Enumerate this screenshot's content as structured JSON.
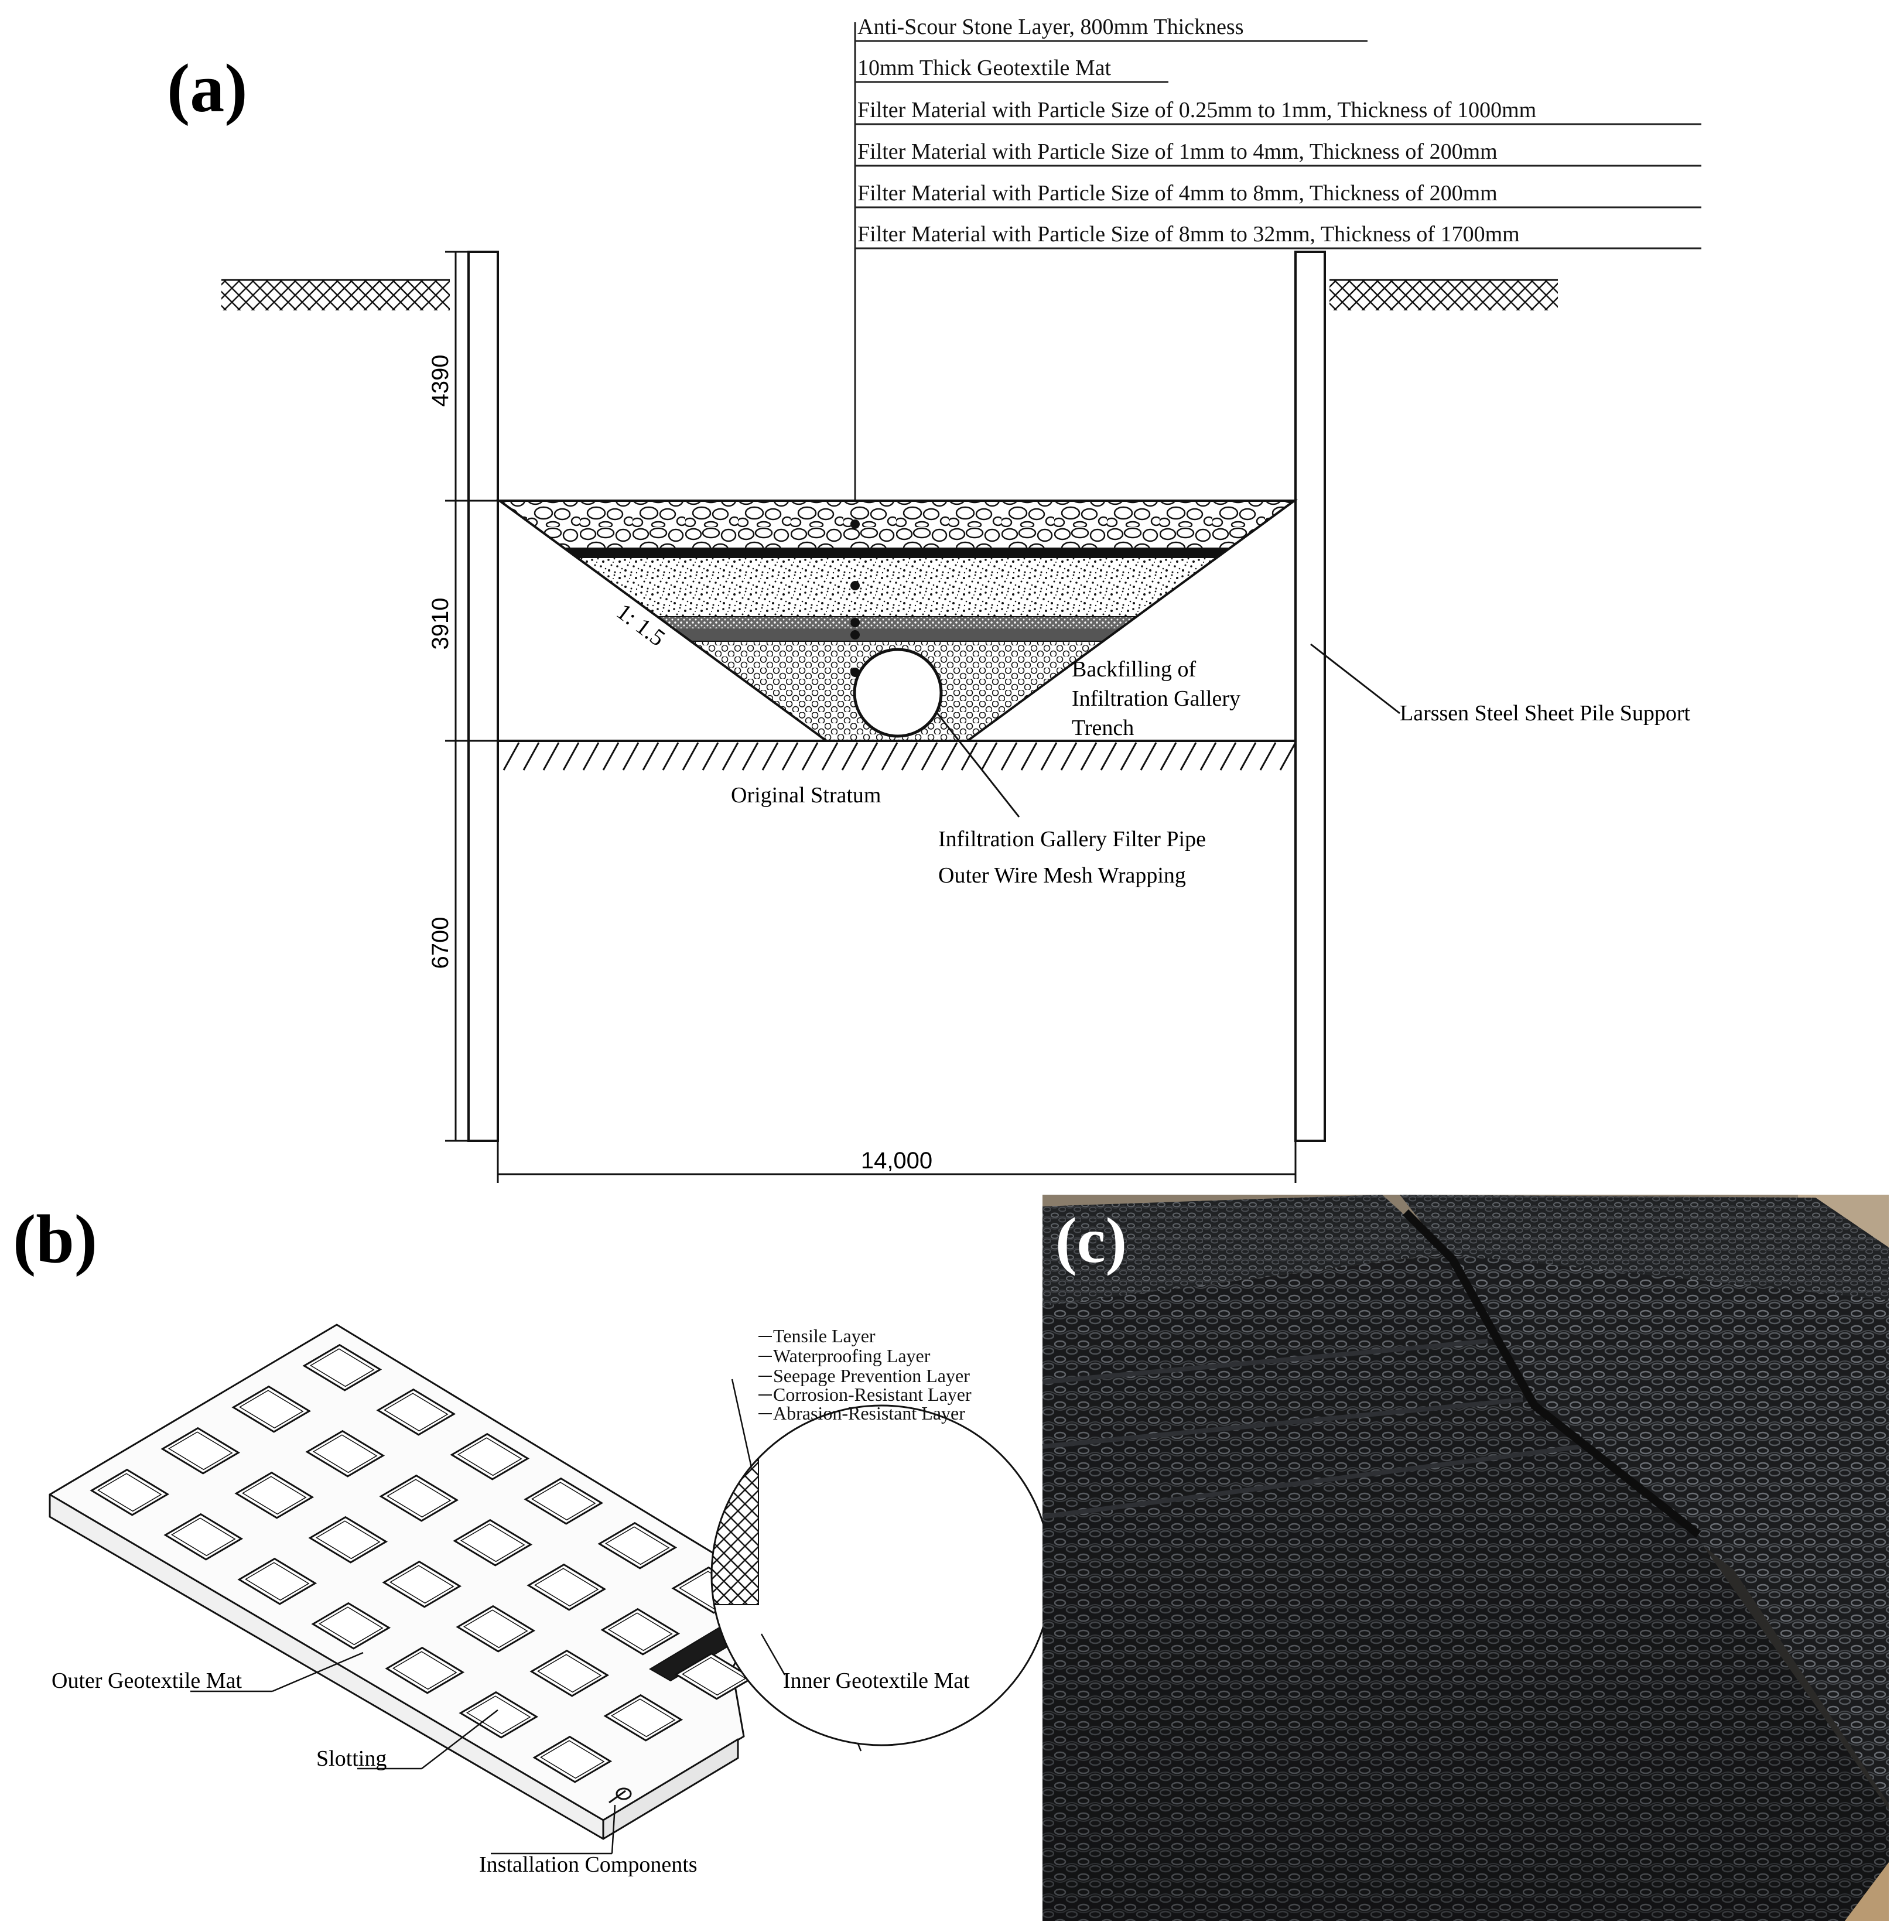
{
  "panels": {
    "a": {
      "label": "(a)",
      "layer_labels": [
        "Anti-Scour Stone Layer, 800mm Thickness",
        "10mm Thick Geotextile Mat",
        "Filter Material with Particle Size of 0.25mm to 1mm, Thickness of 1000mm",
        "Filter Material with Particle Size of 1mm to 4mm, Thickness of 200mm",
        "Filter Material with Particle Size of 4mm to 8mm, Thickness of 200mm",
        "Filter Material with Particle Size of 8mm to 32mm, Thickness of 1700mm"
      ],
      "dimensions": {
        "top": "4390",
        "middle": "3910",
        "bottom": "6700",
        "width": "14,000"
      },
      "slope": "1:  1.5",
      "labels": {
        "backfill": [
          "Backfilling of",
          "Infiltration Gallery",
          "Trench"
        ],
        "sheet_pile": "Larssen Steel Sheet Pile Support",
        "stratum": "Original Stratum",
        "filter_pipe": [
          "Infiltration Gallery Filter Pipe",
          "Outer Wire Mesh Wrapping"
        ]
      }
    },
    "b": {
      "label": "(b)",
      "layers": [
        "Tensile Layer",
        "Waterproofing Layer",
        "Seepage Prevention Layer",
        "Corrosion-Resistant Layer",
        "Abrasion-Resistant Layer"
      ],
      "labels": {
        "outer": "Outer Geotextile Mat",
        "inner": "Inner Geotextile Mat",
        "slotting": "Slotting",
        "install": "Installation Components"
      }
    },
    "c": {
      "label": "(c)"
    }
  }
}
